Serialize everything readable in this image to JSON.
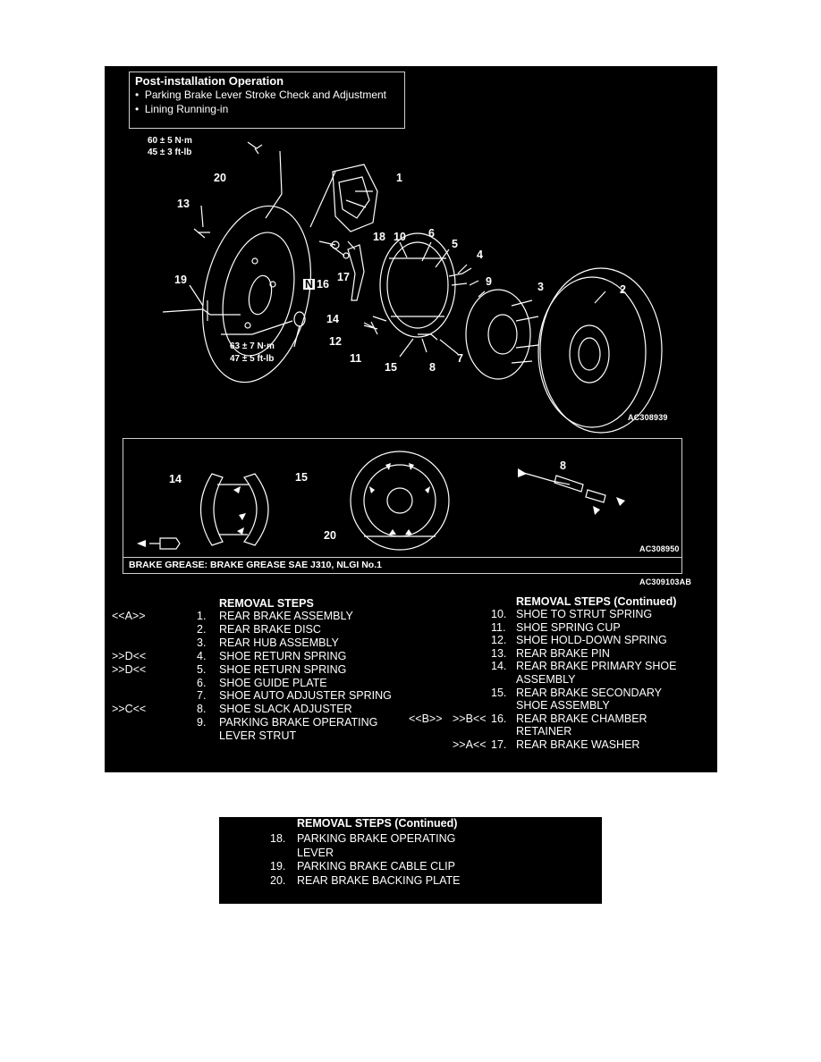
{
  "post_installation": {
    "title": "Post-installation Operation",
    "items": [
      "Parking Brake Lever Stroke Check and Adjustment",
      "Lining Running-in"
    ]
  },
  "torque_specs": [
    {
      "nm": "60 ± 5 N·m",
      "ftlb": "45 ± 3 ft-lb"
    },
    {
      "nm": "63 ± 7 N·m",
      "ftlb": "47 ± 5 ft-lb"
    }
  ],
  "callouts": {
    "c1": "1",
    "c2": "2",
    "c3": "3",
    "c4": "4",
    "c5": "5",
    "c6": "6",
    "c7": "7",
    "c8": "8",
    "c9": "9",
    "c10": "10",
    "c11": "11",
    "c12": "12",
    "c13": "13",
    "c14": "14",
    "c15": "15",
    "c16n": "N",
    "c16": "16",
    "c17": "17",
    "c18": "18",
    "c19": "19",
    "c20": "20",
    "g14": "14",
    "g15": "15",
    "g20": "20",
    "g8": "8"
  },
  "figure_codes": {
    "main": "AC308939",
    "grease_inset": "AC308950",
    "overall": "AC309103AB"
  },
  "grease_note": "BRAKE GREASE: BRAKE GREASE SAE J310, NLGI No.1",
  "removal_steps": {
    "heading": "REMOVAL STEPS",
    "items": [
      {
        "ref": "<<A>>",
        "num": "1.",
        "name": "REAR BRAKE ASSEMBLY"
      },
      {
        "ref": "",
        "num": "2.",
        "name": "REAR BRAKE DISC"
      },
      {
        "ref": "",
        "num": "3.",
        "name": "REAR HUB ASSEMBLY"
      },
      {
        "ref": ">>D<<",
        "num": "4.",
        "name": "SHOE RETURN SPRING"
      },
      {
        "ref": ">>D<<",
        "num": "5.",
        "name": "SHOE RETURN SPRING"
      },
      {
        "ref": "",
        "num": "6.",
        "name": "SHOE GUIDE PLATE"
      },
      {
        "ref": "",
        "num": "7.",
        "name": "SHOE AUTO ADJUSTER SPRING"
      },
      {
        "ref": ">>C<<",
        "num": "8.",
        "name": "SHOE SLACK ADJUSTER"
      },
      {
        "ref": "",
        "num": "9.",
        "name": "PARKING BRAKE OPERATING",
        "cont": "LEVER STRUT"
      }
    ]
  },
  "removal_steps_cont": {
    "heading": "REMOVAL STEPS (Continued)",
    "items": [
      {
        "ref": "",
        "num": "10.",
        "name": "SHOE TO STRUT SPRING"
      },
      {
        "ref": "",
        "num": "11.",
        "name": "SHOE SPRING CUP"
      },
      {
        "ref": "",
        "num": "12.",
        "name": "SHOE HOLD-DOWN SPRING"
      },
      {
        "ref": "",
        "num": "13.",
        "name": "REAR BRAKE PIN"
      },
      {
        "ref": "",
        "num": "14.",
        "name": "REAR BRAKE PRIMARY SHOE",
        "cont": "ASSEMBLY"
      },
      {
        "ref": "",
        "num": "15.",
        "name": "REAR BRAKE SECONDARY",
        "cont": "SHOE ASSEMBLY"
      },
      {
        "ref": "<<B>>",
        "ref2": ">>B<<",
        "num": "16.",
        "name": "REAR BRAKE CHAMBER",
        "cont": "RETAINER"
      },
      {
        "ref": "",
        "ref2": ">>A<<",
        "num": "17.",
        "name": "REAR BRAKE WASHER"
      }
    ]
  },
  "removal_steps_cont2": {
    "heading": "REMOVAL STEPS (Continued)",
    "items": [
      {
        "num": "18.",
        "name": "PARKING BRAKE OPERATING",
        "cont": "LEVER"
      },
      {
        "num": "19.",
        "name": "PARKING BRAKE CABLE CLIP"
      },
      {
        "num": "20.",
        "name": "REAR BRAKE BACKING PLATE"
      }
    ]
  }
}
